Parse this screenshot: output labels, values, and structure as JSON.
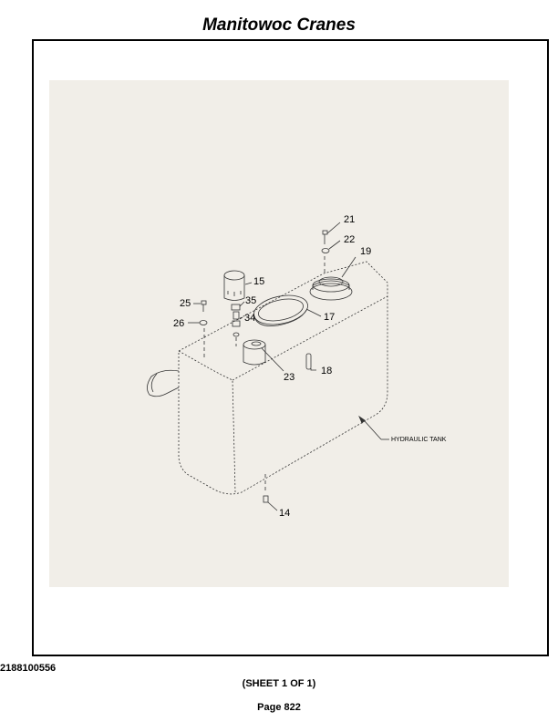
{
  "header": {
    "title": "Manitowoc Cranes"
  },
  "diagram": {
    "callouts": {
      "c21": "21",
      "c22": "22",
      "c19": "19",
      "c15": "15",
      "c25": "25",
      "c35": "35",
      "c34": "34",
      "c26": "26",
      "c17": "17",
      "c23": "23",
      "c18": "18",
      "c14": "14"
    },
    "tank_label": "HYDRAULIC TANK"
  },
  "footer": {
    "doc_number": "2188100556",
    "sheet": "(SHEET 1 OF 1)",
    "page": "Page 822"
  }
}
